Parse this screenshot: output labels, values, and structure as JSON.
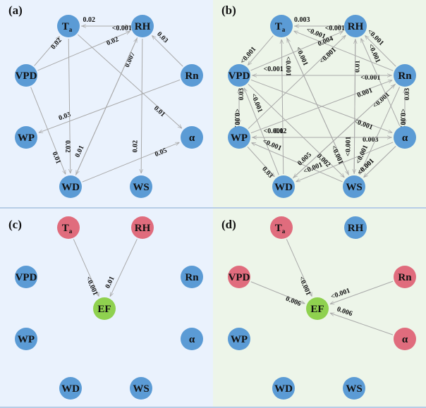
{
  "colors": {
    "node_default": "#5b9bd5",
    "node_highlight": "#e06c7d",
    "node_target": "#8fd14f",
    "panel_bg_left": "#eaf2fd",
    "panel_bg_right": "#edf5e9",
    "edge": "#a9a9a9"
  },
  "node_labels": {
    "Ta": "T",
    "Ta_sub": "a",
    "RH": "RH",
    "VPD": "VPD",
    "Rn": "Rn",
    "WP": "WP",
    "alpha": "α",
    "WD": "WD",
    "WS": "WS",
    "EF": "EF"
  },
  "panels": [
    {
      "id": "a",
      "label": "(a)",
      "highlighted": [],
      "has_target": false,
      "edges": [
        {
          "from": "RH",
          "to": "Ta",
          "label": "0.02"
        },
        {
          "from": "Ta",
          "to": "RH",
          "label": "<0.001"
        },
        {
          "from": "VPD",
          "to": "Ta",
          "label": "0.02"
        },
        {
          "from": "VPD",
          "to": "RH",
          "label": "0.02"
        },
        {
          "from": "WD",
          "to": "RH",
          "label": "0.007"
        },
        {
          "from": "Rn",
          "to": "RH",
          "label": "0.03"
        },
        {
          "from": "VPD",
          "to": "WD",
          "label": "0.01"
        },
        {
          "from": "Ta",
          "to": "alpha",
          "label": "0.01"
        },
        {
          "from": "Rn",
          "to": "WP",
          "label": "0.03"
        },
        {
          "from": "Ta",
          "to": "WD",
          "label": "0.02"
        },
        {
          "from": "RH",
          "to": "WD",
          "label": "0.01"
        },
        {
          "from": "RH",
          "to": "WS",
          "label": "0.02"
        },
        {
          "from": "WD",
          "to": "alpha",
          "label": "0.05"
        }
      ]
    },
    {
      "id": "b",
      "label": "(b)",
      "highlighted": [],
      "has_target": false,
      "edges": [
        {
          "from": "RH",
          "to": "Ta",
          "label": "0.003"
        },
        {
          "from": "Ta",
          "to": "RH",
          "label": "<0.001"
        },
        {
          "from": "Ta",
          "to": "VPD",
          "label": "<0.001"
        },
        {
          "from": "Rn",
          "to": "Ta",
          "label": "<0.001"
        },
        {
          "from": "WS",
          "to": "Ta",
          "label": "<0.001"
        },
        {
          "from": "WD",
          "to": "Ta",
          "label": "<0.001"
        },
        {
          "from": "VPD",
          "to": "RH",
          "label": "0.004"
        },
        {
          "from": "WP",
          "to": "RH",
          "label": "<0.001"
        },
        {
          "from": "WS",
          "to": "RH",
          "label": "0.01"
        },
        {
          "from": "alpha",
          "to": "RH",
          "label": "<0.001"
        },
        {
          "from": "Rn",
          "to": "RH",
          "label": "<0.001"
        },
        {
          "from": "VPD",
          "to": "Rn",
          "label": "<0.001"
        },
        {
          "from": "Rn",
          "to": "VPD",
          "label": "<0.001"
        },
        {
          "from": "WP",
          "to": "Rn",
          "label": "0.001"
        },
        {
          "from": "WD",
          "to": "Rn",
          "label": "<0.001"
        },
        {
          "from": "alpha",
          "to": "Rn",
          "label": "0.03"
        },
        {
          "from": "Rn",
          "to": "alpha",
          "label": "<0.001"
        },
        {
          "from": "VPD",
          "to": "alpha",
          "label": "<0.001"
        },
        {
          "from": "VPD",
          "to": "WS",
          "label": "0.002"
        },
        {
          "from": "WP",
          "to": "VPD",
          "label": "0.03"
        },
        {
          "from": "VPD",
          "to": "WP",
          "label": "<0.001"
        },
        {
          "from": "WD",
          "to": "VPD",
          "label": "<0.001"
        },
        {
          "from": "WS",
          "to": "WP",
          "label": "<0.001"
        },
        {
          "from": "alpha",
          "to": "WP",
          "label": "<0.001"
        },
        {
          "from": "WP",
          "to": "alpha",
          "label": "0.003"
        },
        {
          "from": "alpha",
          "to": "WD",
          "label": "<0.001"
        },
        {
          "from": "WP",
          "to": "WD",
          "label": "0.03"
        },
        {
          "from": "Rn",
          "to": "WD",
          "label": "0.005"
        },
        {
          "from": "alpha",
          "to": "WP2",
          "label": "0.02"
        },
        {
          "from": "Ta",
          "to": "WS",
          "label": "<0.001"
        },
        {
          "from": "RH",
          "to": "WS2",
          "label": "<0.001"
        },
        {
          "from": "Rn",
          "to": "WS",
          "label": "<0.001"
        },
        {
          "from": "alpha",
          "to": "WS",
          "label": "<0.001"
        },
        {
          "from": "alpha",
          "to": "WS2",
          "label": "<0.001"
        }
      ]
    },
    {
      "id": "c",
      "label": "(c)",
      "highlighted": [
        "Ta",
        "RH"
      ],
      "has_target": true,
      "edges": [
        {
          "from": "Ta",
          "to": "EF",
          "label": "<0.001"
        },
        {
          "from": "RH",
          "to": "EF",
          "label": "0.01"
        }
      ]
    },
    {
      "id": "d",
      "label": "(d)",
      "highlighted": [
        "Ta",
        "VPD",
        "Rn",
        "alpha"
      ],
      "has_target": true,
      "edges": [
        {
          "from": "Ta",
          "to": "EF",
          "label": "<0.001"
        },
        {
          "from": "VPD",
          "to": "EF",
          "label": "0.006"
        },
        {
          "from": "Rn",
          "to": "EF",
          "label": "<0.001"
        },
        {
          "from": "alpha",
          "to": "EF",
          "label": "0.006"
        }
      ]
    }
  ]
}
